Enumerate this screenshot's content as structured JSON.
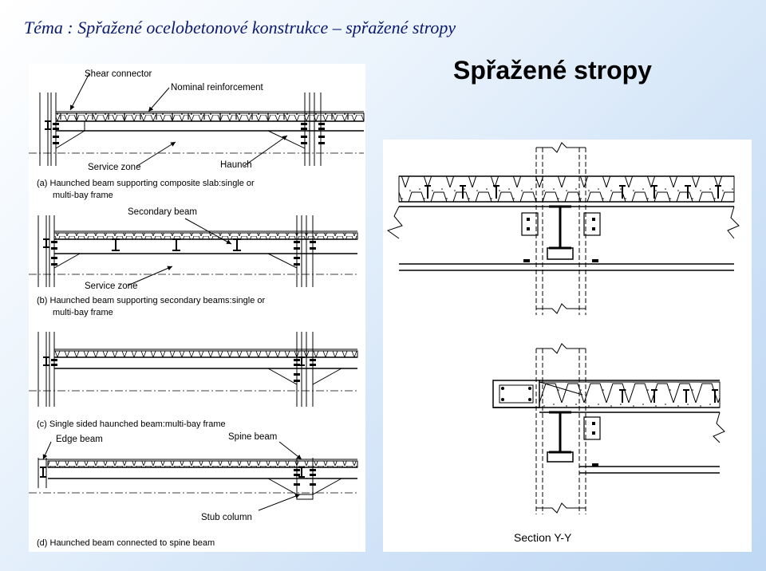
{
  "topic": "Téma :  Spřažené ocelobetonové konstrukce – spřažené stropy",
  "heading": "Spřažené stropy",
  "left_figure": {
    "shear_connector": "Shear connector",
    "nominal_reinforcement": "Nominal reinforcement",
    "service_zone_a": "Service zone",
    "haunch": "Haunch",
    "caption_a_1": "(a)  Haunched beam supporting composite slab:single or",
    "caption_a_2": "multi-bay frame",
    "secondary_beam": "Secondary beam",
    "service_zone_b": "Service zone",
    "caption_b_1": "(b)  Haunched beam supporting secondary beams:single or",
    "caption_b_2": "multi-bay frame",
    "caption_c": "(c)  Single sided haunched beam:multi-bay frame",
    "edge_beam": "Edge beam",
    "spine_beam": "Spine beam",
    "stub_column": "Stub column",
    "caption_d": "(d)  Haunched beam connected to spine beam"
  },
  "right_figure": {
    "section_label": "Section Y-Y"
  }
}
